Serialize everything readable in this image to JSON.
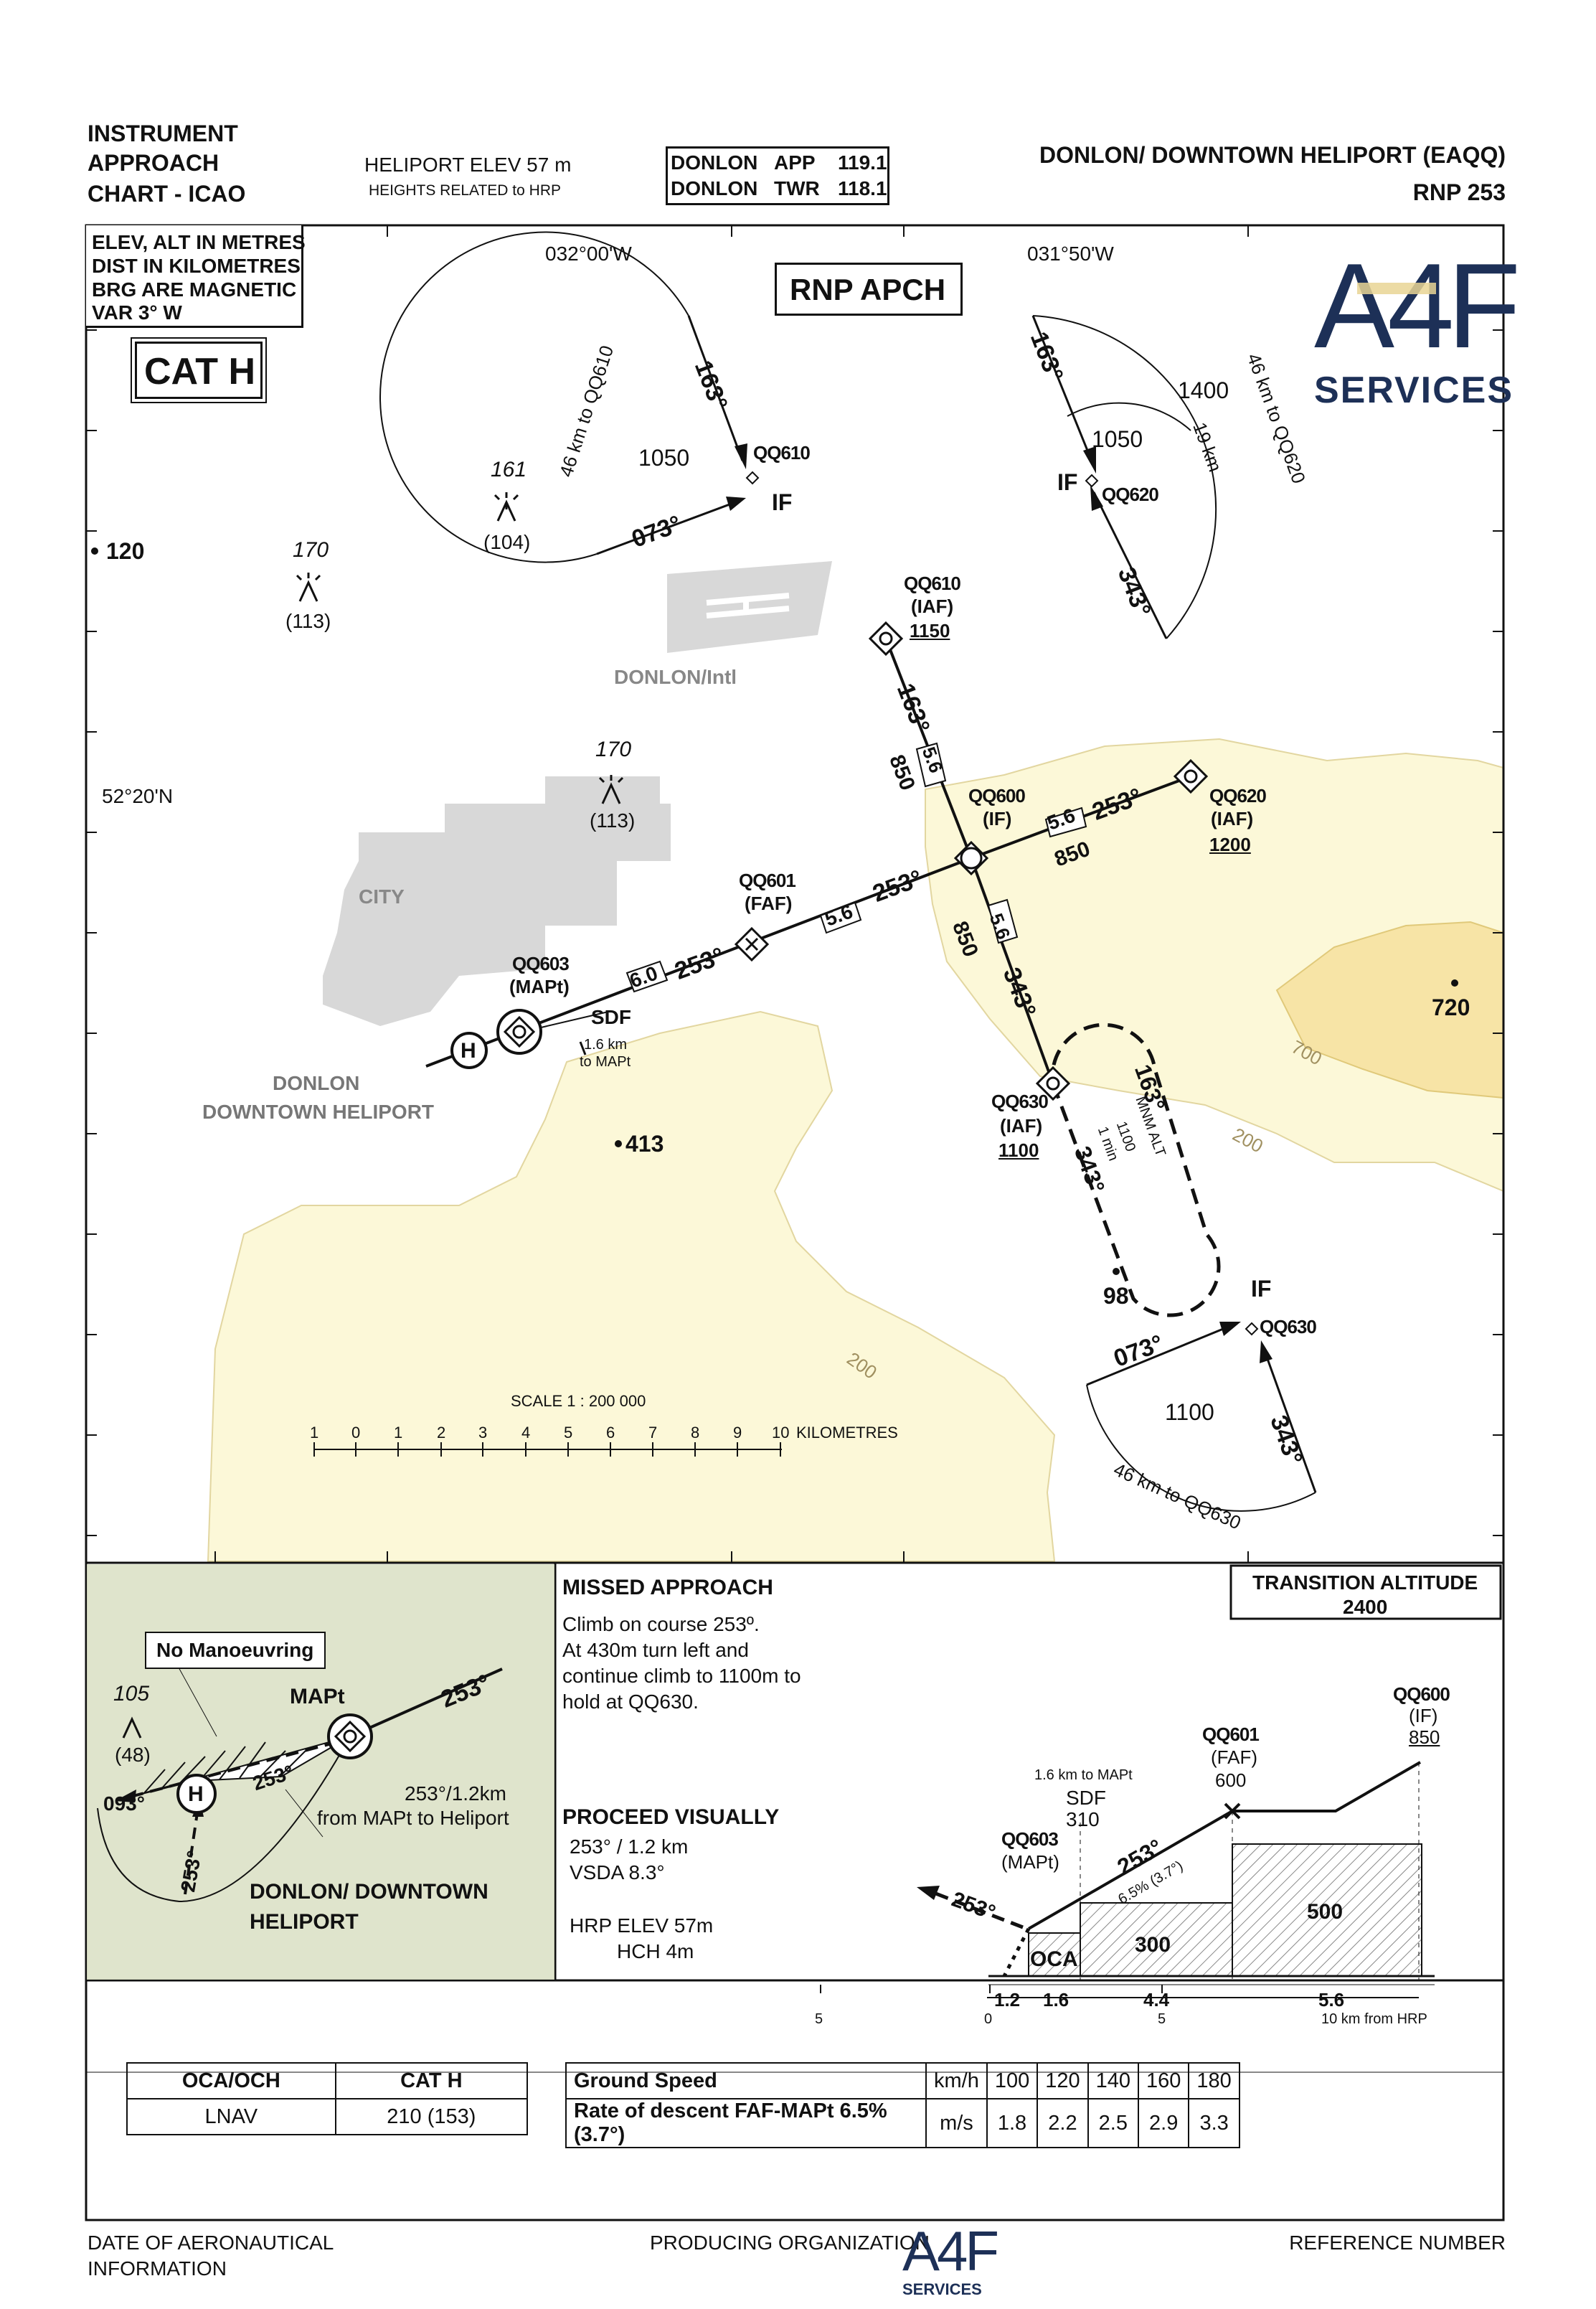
{
  "header": {
    "chart_title": [
      "INSTRUMENT",
      "APPROACH",
      "CHART - ICAO"
    ],
    "heliport_elev": "HELIPORT ELEV  57 m",
    "heights_note": "HEIGHTS RELATED to HRP",
    "freqs": [
      {
        "station": "DONLON",
        "service": "APP",
        "mhz": "119.1"
      },
      {
        "station": "DONLON",
        "service": "TWR",
        "mhz": "118.1"
      }
    ],
    "aerodrome": "DONLON/ DOWNTOWN HELIPORT (EAQQ)",
    "procedure": "RNP 253"
  },
  "units_box": [
    "ELEV, ALT IN METRES",
    "DIST IN KILOMETRES",
    "BRG ARE MAGNETIC",
    "VAR 3° W"
  ],
  "category": "CAT H",
  "approach_type": "RNP  APCH",
  "brand": {
    "logo_text": "A4F",
    "logo_sub": "SERVICES",
    "navy": "#1d3057",
    "gold": "#e9d594"
  },
  "plan": {
    "lon_labels": [
      "032°00'W",
      "031°50'W"
    ],
    "lat_label": "52°20'N",
    "city": "CITY",
    "intl_airport": "DONLON/Intl",
    "heliport_name": [
      "DONLON",
      "DOWNTOWN HELIPORT"
    ],
    "spot_elevations": [
      "120",
      "413",
      "98",
      "720"
    ],
    "contours": [
      "700",
      "200",
      "200"
    ],
    "obstacles": [
      {
        "elev": "161",
        "height": "(104)"
      },
      {
        "elev": "170",
        "height": "(113)"
      },
      {
        "elev": "170",
        "height": "(113)"
      }
    ],
    "waypoints": {
      "qq610": [
        "QQ610",
        "(IAF)",
        "1150"
      ],
      "qq620": [
        "QQ620",
        "(IAF)",
        "1200"
      ],
      "qq600": [
        "QQ600",
        "(IF)"
      ],
      "qq601": [
        "QQ601",
        "(FAF)"
      ],
      "qq603": [
        "QQ603",
        "(MAPt)"
      ],
      "qq630": [
        "QQ630",
        "(IAF)",
        "1100"
      ],
      "sdf": [
        "SDF",
        "1.6 km",
        "to MAPt"
      ]
    },
    "legs": {
      "a163": "163°",
      "d56a": "5.6",
      "alt850a": "850",
      "b253": "253°",
      "d56b": "5.6",
      "alt850b": "850",
      "c343": "343°",
      "d56c": "5.6",
      "alt850c": "850",
      "final1": "253°",
      "final1_d": "5.6",
      "final2": "253°",
      "final2_d": "6.0"
    },
    "holding": {
      "inbound": "163°",
      "outbound": "343°",
      "min_alt": "MNM ALT",
      "alt": "1100",
      "time": "1 min"
    },
    "taa": [
      {
        "fix": "QQ610",
        "if": "IF",
        "brg1": "163°",
        "brg2": "073°",
        "alt": "1050",
        "radius": "46 km to QQ610"
      },
      {
        "fix": "QQ620",
        "if": "IF",
        "brg1": "163°",
        "brg2": "343°",
        "alt_inner": "1050",
        "alt_outer": "1400",
        "step": "19 km",
        "radius": "46 km to QQ620"
      },
      {
        "fix": "QQ630",
        "if": "IF",
        "brg1": "073°",
        "brg2": "343°",
        "alt": "1100",
        "radius": "46 km to QQ630"
      }
    ],
    "scale": {
      "title": "SCALE  1 : 200 000",
      "ticks": [
        "1",
        "0",
        "1",
        "2",
        "3",
        "4",
        "5",
        "6",
        "7",
        "8",
        "9",
        "10"
      ],
      "unit": "KILOMETRES"
    }
  },
  "inset": {
    "no_manoeuvring": "No Manoeuvring",
    "obstacle": {
      "elev": "105",
      "height": "(48)"
    },
    "mapt": "MAPt",
    "brg_in": "253°",
    "brg_short": "253°",
    "brg_turn": "093°",
    "brg_vert": "253°",
    "note": [
      "253°/1.2km",
      "from MAPt to Heliport"
    ],
    "heliport": [
      "DONLON/ DOWNTOWN",
      "HELIPORT"
    ]
  },
  "missed": {
    "title": "MISSED APPROACH",
    "text": [
      "Climb on course 253º.",
      "At 430m turn left and",
      "continue climb to 1100m to",
      "hold at QQ630."
    ],
    "proceed_title": "PROCEED VISUALLY",
    "proceed": [
      "253° / 1.2 km",
      "VSDA 8.3°"
    ],
    "hrp": "HRP ELEV 57m",
    "hch": "HCH  4m"
  },
  "transition": [
    "TRANSITION ALTITUDE",
    "2400"
  ],
  "profile": {
    "qq600": [
      "QQ600",
      "(IF)",
      "850"
    ],
    "qq601": [
      "QQ601",
      "(FAF)",
      "600"
    ],
    "sdf": [
      "1.6 km to MAPt",
      "SDF",
      "310"
    ],
    "qq603": [
      "QQ603",
      "(MAPt)"
    ],
    "glide": "253°",
    "gradient": "6.5% (3.7°)",
    "missed_brg": "253°",
    "blocks": [
      "OCA",
      "300",
      "500"
    ],
    "dists": [
      "1.2",
      "1.6",
      "4.4",
      "5.6"
    ],
    "axis": [
      "5",
      "0",
      "5",
      "10 km from HRP"
    ]
  },
  "minima": {
    "headers": [
      "OCA/OCH",
      "CAT H"
    ],
    "rows": [
      [
        "LNAV",
        "210 (153)"
      ]
    ]
  },
  "rate_table": {
    "row1": {
      "label": "Ground Speed",
      "unit": "km/h",
      "values": [
        "100",
        "120",
        "140",
        "160",
        "180"
      ]
    },
    "row2": {
      "label": "Rate of descent FAF-MAPt 6.5% (3.7°)",
      "unit": "m/s",
      "values": [
        "1.8",
        "2.2",
        "2.5",
        "2.9",
        "3.3"
      ]
    }
  },
  "footer": {
    "left": [
      "DATE OF AERONAUTICAL",
      "INFORMATION"
    ],
    "center": "PRODUCING ORGANIZATION",
    "right": "REFERENCE NUMBER"
  }
}
